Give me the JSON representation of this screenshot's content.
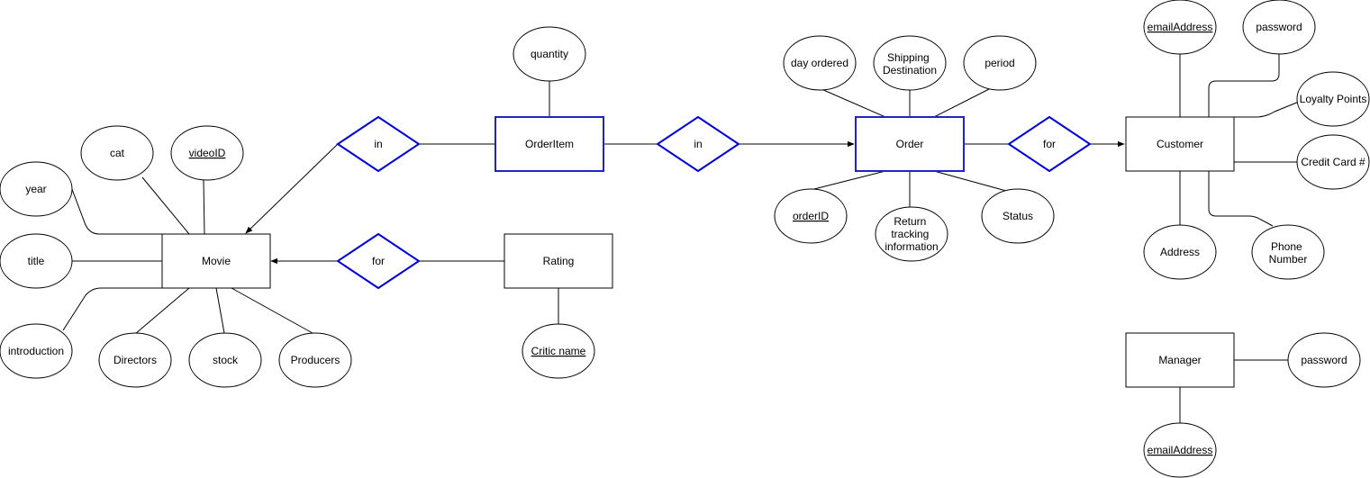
{
  "colors": {
    "relationship": "#0000dd",
    "weak_entity": "#2222cc",
    "stroke": "#000000"
  },
  "entities": {
    "movie": "Movie",
    "rating": "Rating",
    "order_item": "OrderItem",
    "order": "Order",
    "customer": "Customer",
    "manager": "Manager"
  },
  "relationships": {
    "orderitem_movie": "in",
    "rating_movie": "for",
    "orderitem_order": "in",
    "order_customer": "for"
  },
  "attributes": {
    "cat": "cat",
    "video_id": "videoID",
    "year": "year",
    "title": "title",
    "introduction": "introduction",
    "directors": "Directors",
    "stock": "stock",
    "producers": "Producers",
    "critic_name": "Critic name",
    "quantity": "quantity",
    "day_ordered": "day ordered",
    "shipping_destination": [
      "Shipping",
      "Destination"
    ],
    "period": "period",
    "order_id": "orderID",
    "return_tracking": [
      "Return",
      "tracking",
      "information"
    ],
    "status": "Status",
    "customer_email": "emailAddress",
    "customer_password": "password",
    "loyalty_points": "Loyalty Points",
    "credit_card": "Credit Card #",
    "address": "Address",
    "phone_number": [
      "Phone",
      "Number"
    ],
    "manager_password": "password",
    "manager_email": "emailAddress"
  }
}
